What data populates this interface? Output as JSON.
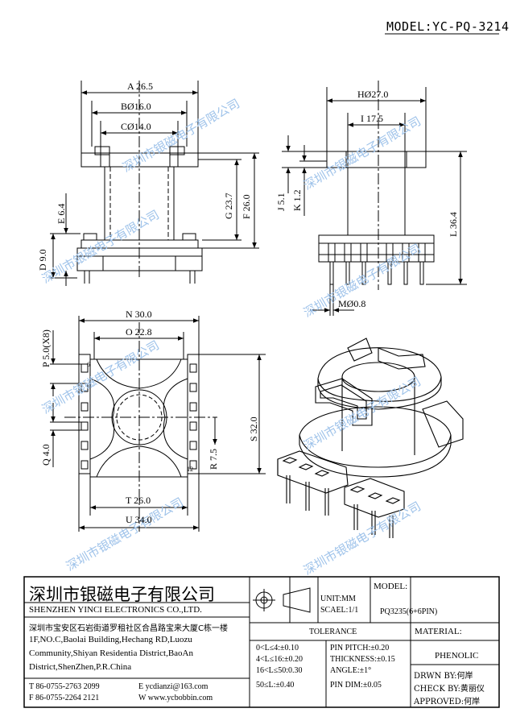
{
  "model_header": "MODEL:YC-PQ-3214",
  "dims": {
    "A": "A 26.5",
    "B": "BØ16.0",
    "C": "CØ14.0",
    "E": "E 6.4",
    "D": "D 9.0",
    "G": "G 23.7",
    "F": "F 26.0",
    "H": "HØ27.0",
    "I": "I 17.5",
    "J": "J 5.1",
    "K": "K 1.2",
    "L": "L 36.4",
    "M": "MØ0.8",
    "N": "N 30.0",
    "O": "O 22.8",
    "P": "P 5.0(X8)",
    "Q": "Q 4.0",
    "R": "R 7.5",
    "S": "S 32.0",
    "T": "T 26.0",
    "U": "U 34.0"
  },
  "pin_markers": {
    "p1": "6",
    "p2": "12"
  },
  "watermark": "深圳市银磁电子有限公司",
  "titleblock": {
    "company_cn": "深圳市银磁电子有限公司",
    "company_en": "SHENZHEN YINCI ELECTRONICS CO.,LTD.",
    "address_cn": "深圳市宝安区石岩街道罗租社区合昌路宝来大厦C栋一楼",
    "address_en1": "1F,NO.C,Baolai Building,Hechang RD,Luozu",
    "address_en2": "Community,Shiyan Residentia District,BaoAn",
    "address_en3": "District,ShenZhen,P.R.China",
    "tel": "T 86-0755-2763 2099",
    "fax": "F 86-0755-2264 2121",
    "email": "E ycdianzi@163.com",
    "web": "W www.ycbobbin.com",
    "unit": "UNIT:MM",
    "scale": "SCAEL:1/1",
    "model_label": "MODEL:",
    "model_value": "PQ3235(6+6PIN)",
    "tolerance_label": "TOLERANCE",
    "tol1": "0<L≤4:±0.10",
    "tol2": "4<L≤16:±0.20",
    "tol3": "16<L≤50:0.30",
    "tol4": "50≤L:±0.40",
    "tol5": "PIN PITCH:±0.20",
    "tol6": "THICKNESS:±0.15",
    "tol7": "ANGLE:±1°",
    "tol8": "PIN DIM:±0.05",
    "material_label": "MATERIAL:",
    "material_value": "PHENOLIC",
    "drawn": "DRWN BY:何岸",
    "check": "CHECK BY:黄丽仪",
    "approved": "APPROVED:何岸"
  }
}
